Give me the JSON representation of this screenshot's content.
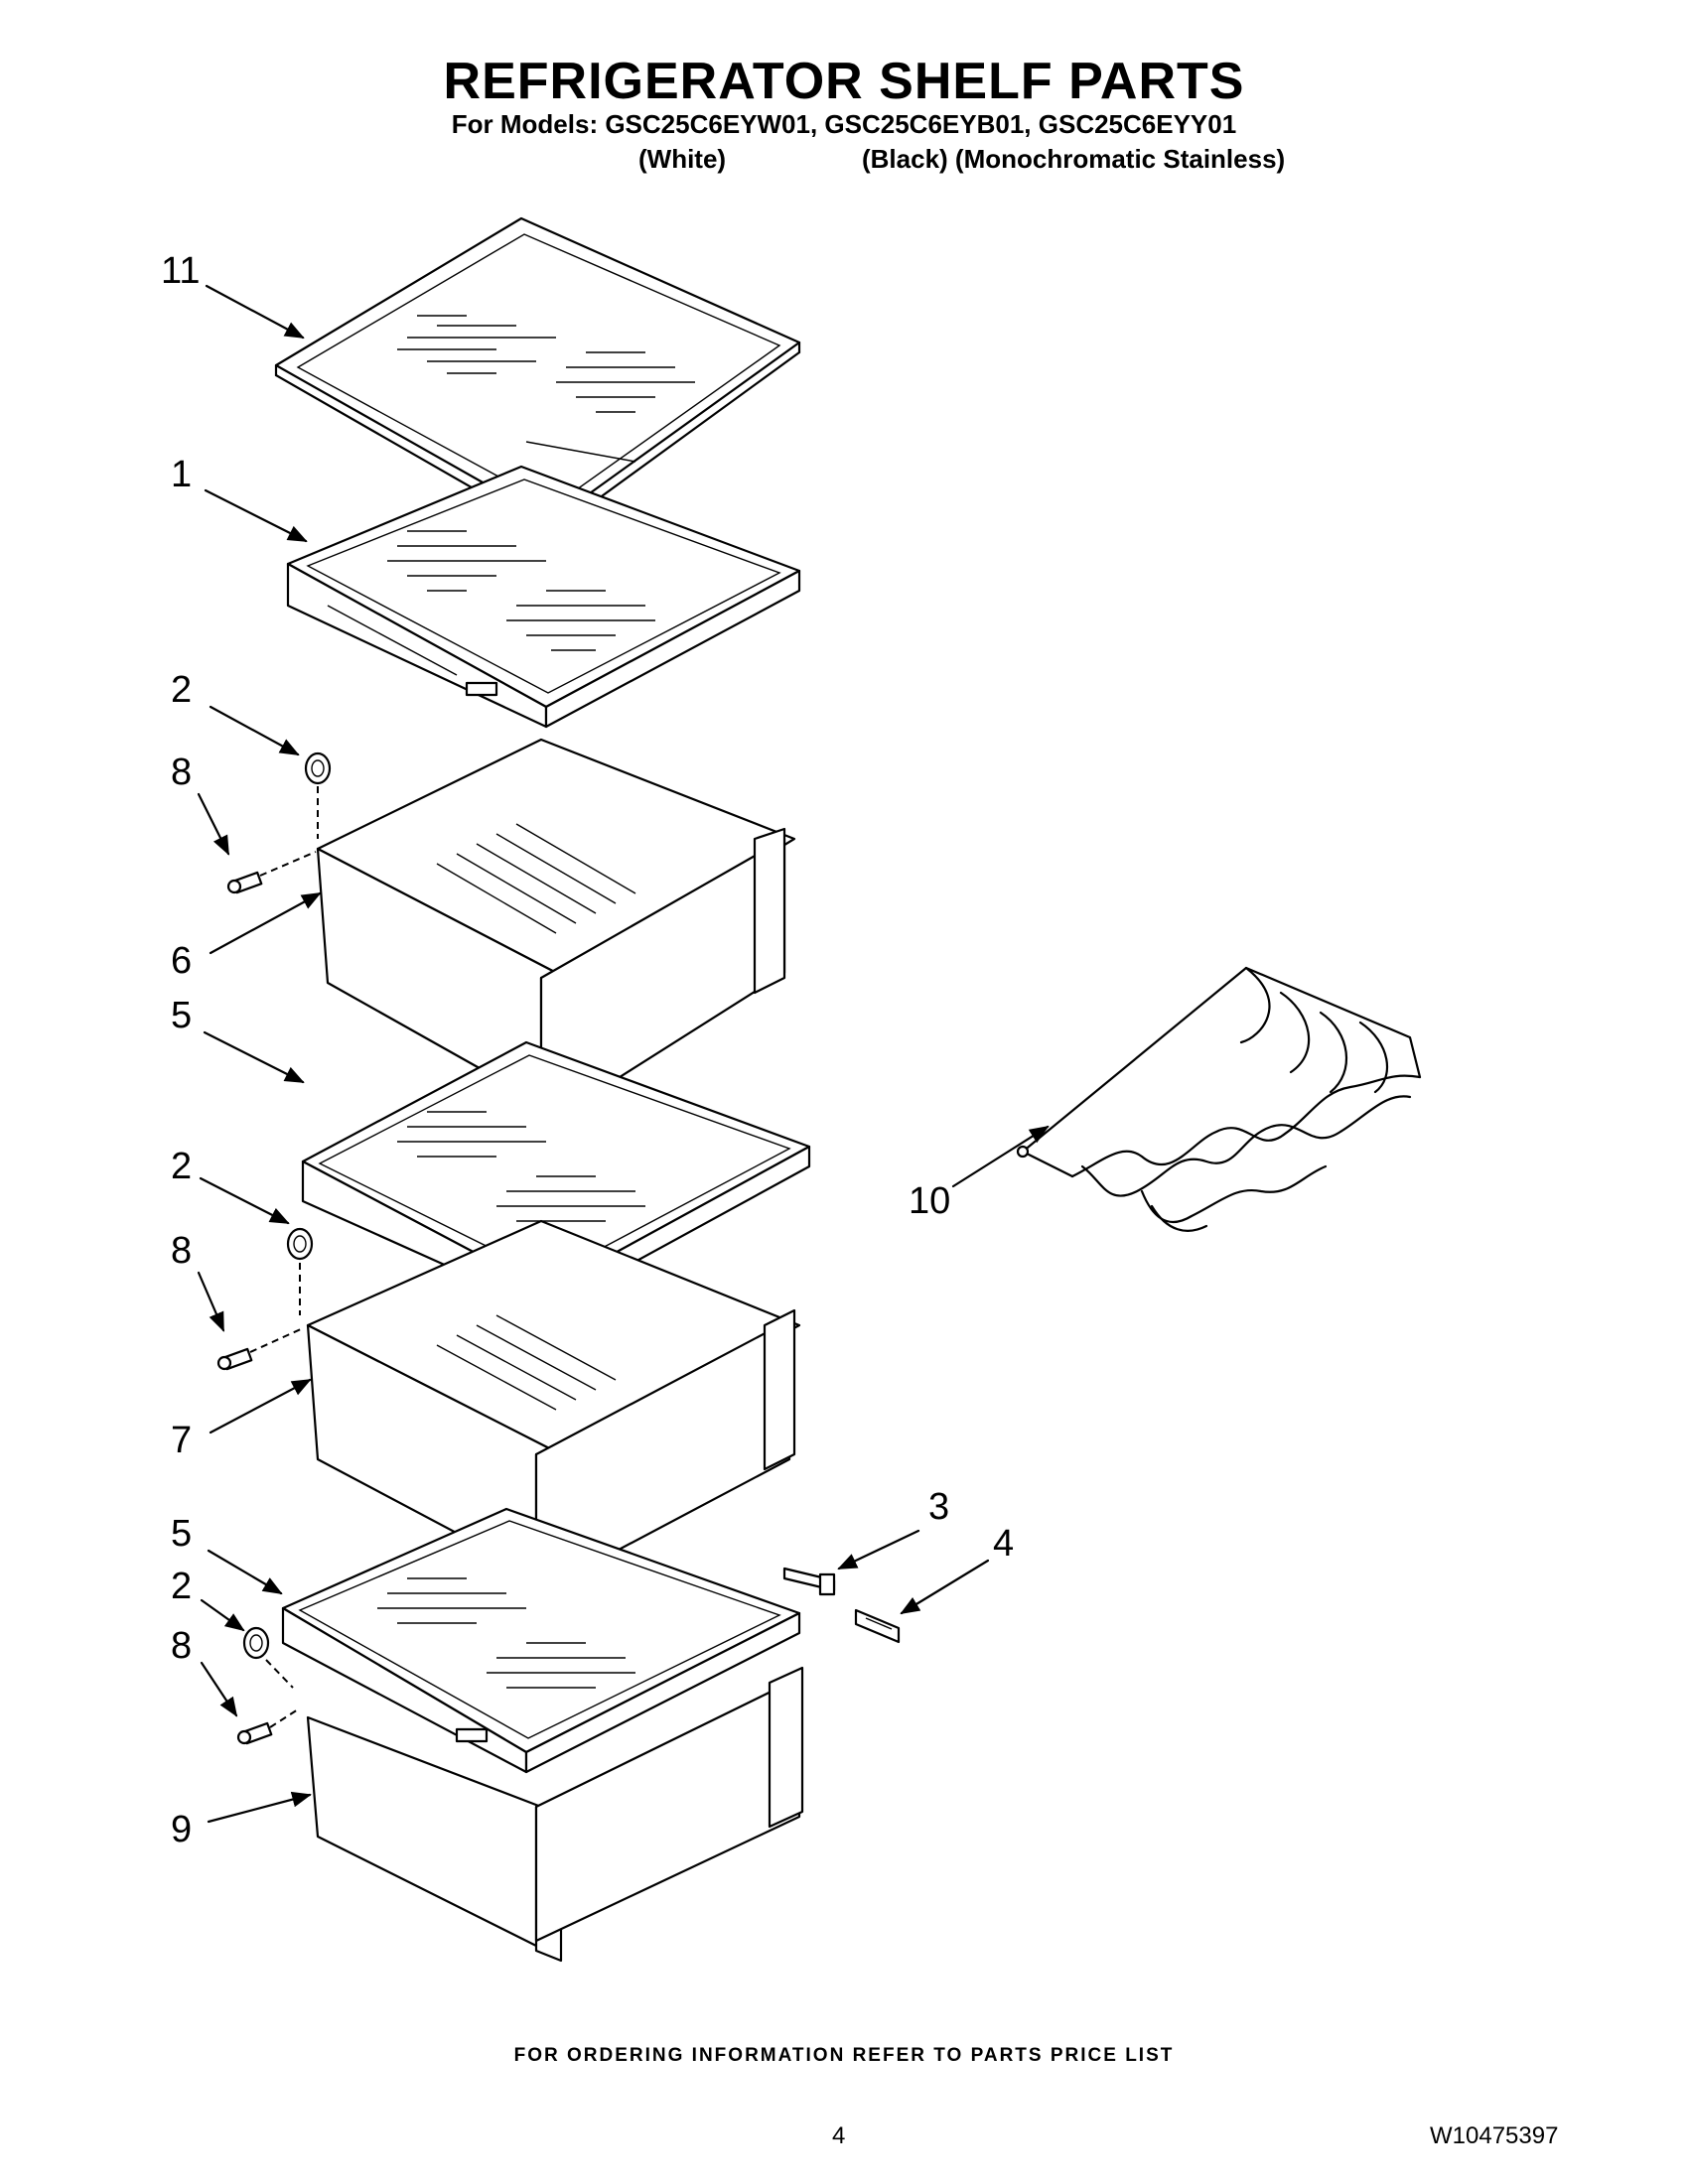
{
  "header": {
    "title": "REFRIGERATOR SHELF PARTS",
    "models": "For Models: GSC25C6EYW01, GSC25C6EYB01, GSC25C6EYY01",
    "variant_white": "(White)",
    "variant_black_stainless": "(Black) (Monochromatic Stainless)"
  },
  "callouts": {
    "glass_shelf_top": "11",
    "shelf": "1",
    "roller_a": "2",
    "screw_a": "8",
    "crisper_a": "6",
    "shelf_cover_a": "5",
    "roller_b": "2",
    "screw_b": "8",
    "crisper_b": "7",
    "shelf_cover_b": "5",
    "roller_c": "2",
    "screw_c": "8",
    "pan_bottom": "9",
    "wine_rack": "10",
    "slide_bracket": "3",
    "humidity_control": "4"
  },
  "footer": {
    "ordering_note": "FOR ORDERING INFORMATION REFER TO PARTS PRICE LIST",
    "page_number": "4",
    "document_id": "W10475397"
  }
}
